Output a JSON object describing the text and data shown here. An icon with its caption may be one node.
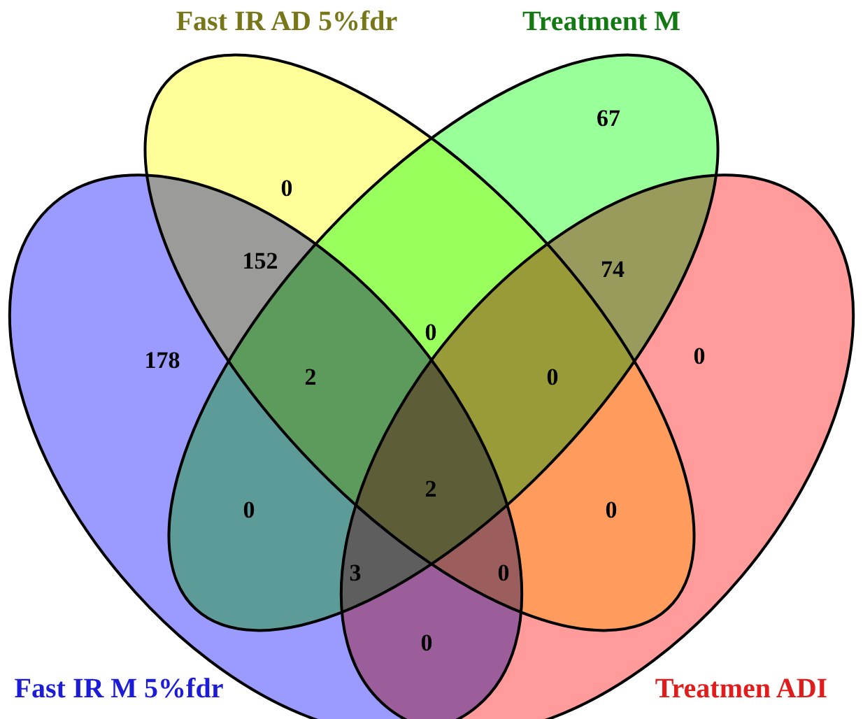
{
  "diagram": {
    "nodes": [
      {
        "text": [
          "Fast IR M 5%fdr"
        ]
      },
      {
        "text": [
          "Fast IR AD 5%fdr"
        ]
      },
      {
        "text": [
          "Treatment M"
        ]
      },
      {
        "text": [
          "Treatmen ADI"
        ]
      }
    ],
    "labels": [
      "67",
      "0",
      "152",
      "74",
      "0",
      "178",
      "0",
      "2",
      "0",
      "2",
      "0",
      "0",
      "3",
      "0",
      "0"
    ]
  }
}
